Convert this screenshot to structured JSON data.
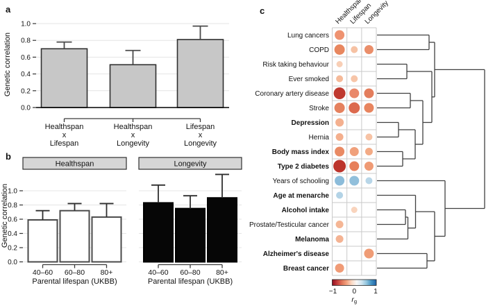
{
  "figure": {
    "panel_a_letter": "a",
    "panel_b_letter": "b",
    "panel_c_letter": "c"
  },
  "chart_data": [
    {
      "id": "panel_a",
      "type": "bar",
      "ylabel": "Genetic correlation",
      "ylim": [
        0,
        1.0
      ],
      "yticks": [
        0.0,
        0.2,
        0.4,
        0.6,
        0.8,
        1.0
      ],
      "categories": [
        [
          "Healthspan",
          "x",
          "Lifespan"
        ],
        [
          "Healthspan",
          "x",
          "Longevity"
        ],
        [
          "Lifespan",
          "x",
          "Longevity"
        ]
      ],
      "values": [
        0.7,
        0.51,
        0.81
      ],
      "error_upper": [
        0.78,
        0.68,
        0.97
      ],
      "bar_fill": "#c7c7c7",
      "bar_stroke": "#2f2f2f",
      "grid": true
    },
    {
      "id": "panel_b",
      "type": "bar",
      "xlabel": "Parental lifespan (UKBB)",
      "ylabel": "Genetic correlation",
      "ylim": [
        0,
        1.25
      ],
      "yticks": [
        0.0,
        0.2,
        0.4,
        0.6,
        0.8,
        1.0
      ],
      "categories": [
        "40–60",
        "60–80",
        "80+"
      ],
      "strip_fill": "#d6d6d6",
      "series": [
        {
          "name": "Healthspan",
          "bar_fill": "#ffffff",
          "bar_stroke": "#4a4a4a",
          "values": [
            0.59,
            0.72,
            0.63
          ],
          "error_upper": [
            0.72,
            0.82,
            0.82
          ]
        },
        {
          "name": "Longevity",
          "bar_fill": "#060606",
          "bar_stroke": "#000000",
          "values": [
            0.83,
            0.75,
            0.9
          ],
          "error_upper": [
            1.08,
            0.93,
            1.23
          ]
        }
      ],
      "grid": true
    },
    {
      "id": "panel_c",
      "type": "heatmap",
      "columns": [
        "Healthspan",
        "Lifespan",
        "Longevity"
      ],
      "rows": [
        {
          "label": "Lung cancers",
          "bold": false,
          "dots": [
            {
              "col": 0,
              "rg": -0.45,
              "radius": 7,
              "color": "#ee9270"
            }
          ]
        },
        {
          "label": "COPD",
          "bold": false,
          "dots": [
            {
              "col": 0,
              "rg": -0.5,
              "radius": 7.5,
              "color": "#e8875f"
            },
            {
              "col": 1,
              "rg": -0.25,
              "radius": 5,
              "color": "#f6c2a4"
            },
            {
              "col": 2,
              "rg": -0.45,
              "radius": 6.5,
              "color": "#ea8e6a"
            }
          ]
        },
        {
          "label": "Risk taking behaviour",
          "bold": false,
          "dots": [
            {
              "col": 0,
              "rg": -0.2,
              "radius": 4.5,
              "color": "#f8cfb6"
            }
          ]
        },
        {
          "label": "Ever smoked",
          "bold": false,
          "dots": [
            {
              "col": 0,
              "rg": -0.3,
              "radius": 5,
              "color": "#f5ba99"
            },
            {
              "col": 1,
              "rg": -0.25,
              "radius": 5,
              "color": "#f7c5a8"
            }
          ]
        },
        {
          "label": "Coronary artery disease",
          "bold": false,
          "dots": [
            {
              "col": 0,
              "rg": -0.85,
              "radius": 8.5,
              "color": "#bf392f"
            },
            {
              "col": 1,
              "rg": -0.55,
              "radius": 7,
              "color": "#e9886a"
            },
            {
              "col": 2,
              "rg": -0.55,
              "radius": 7,
              "color": "#e37d5c"
            }
          ]
        },
        {
          "label": "Stroke",
          "bold": false,
          "dots": [
            {
              "col": 0,
              "rg": -0.6,
              "radius": 7.5,
              "color": "#e5815e"
            },
            {
              "col": 1,
              "rg": -0.65,
              "radius": 8,
              "color": "#dc6a4e"
            },
            {
              "col": 2,
              "rg": -0.55,
              "radius": 7,
              "color": "#e8855f"
            }
          ]
        },
        {
          "label": "Depression",
          "bold": true,
          "dots": [
            {
              "col": 0,
              "rg": -0.35,
              "radius": 6,
              "color": "#f4b08f"
            }
          ]
        },
        {
          "label": "Hernia",
          "bold": false,
          "dots": [
            {
              "col": 0,
              "rg": -0.3,
              "radius": 5.5,
              "color": "#f4af8d"
            },
            {
              "col": 2,
              "rg": -0.25,
              "radius": 5,
              "color": "#f7c3a5"
            }
          ]
        },
        {
          "label": "Body mass index",
          "bold": true,
          "dots": [
            {
              "col": 0,
              "rg": -0.5,
              "radius": 7,
              "color": "#e98a64"
            },
            {
              "col": 1,
              "rg": -0.4,
              "radius": 6.5,
              "color": "#f0a07b"
            },
            {
              "col": 2,
              "rg": -0.35,
              "radius": 5.5,
              "color": "#f3ab86"
            }
          ]
        },
        {
          "label": "Type 2 diabetes",
          "bold": true,
          "dots": [
            {
              "col": 0,
              "rg": -0.85,
              "radius": 9,
              "color": "#bc342c"
            },
            {
              "col": 1,
              "rg": -0.55,
              "radius": 7,
              "color": "#e77f5a"
            },
            {
              "col": 2,
              "rg": -0.45,
              "radius": 6.5,
              "color": "#ef9a74"
            }
          ]
        },
        {
          "label": "Years of schooling",
          "bold": false,
          "dots": [
            {
              "col": 0,
              "rg": 0.45,
              "radius": 7,
              "color": "#8cbcda"
            },
            {
              "col": 1,
              "rg": 0.45,
              "radius": 7,
              "color": "#91bfdb"
            },
            {
              "col": 2,
              "rg": 0.3,
              "radius": 5,
              "color": "#b8d6e8"
            }
          ]
        },
        {
          "label": "Age at menarche",
          "bold": true,
          "dots": [
            {
              "col": 0,
              "rg": 0.25,
              "radius": 5,
              "color": "#b3d3e6"
            }
          ]
        },
        {
          "label": "Alcohol intake",
          "bold": true,
          "dots": [
            {
              "col": 1,
              "rg": -0.2,
              "radius": 4.5,
              "color": "#f9d4bd"
            }
          ]
        },
        {
          "label": "Prostate/Testicular cancer",
          "bold": false,
          "dots": [
            {
              "col": 0,
              "rg": -0.3,
              "radius": 5.5,
              "color": "#f5b695"
            }
          ]
        },
        {
          "label": "Melanoma",
          "bold": true,
          "dots": [
            {
              "col": 0,
              "rg": -0.3,
              "radius": 5.5,
              "color": "#f4b393"
            }
          ]
        },
        {
          "label": "Alzheimer's disease",
          "bold": true,
          "dots": [
            {
              "col": 2,
              "rg": -0.5,
              "radius": 7,
              "color": "#ef9c76"
            }
          ]
        },
        {
          "label": "Breast cancer",
          "bold": true,
          "dots": [
            {
              "col": 0,
              "rg": -0.45,
              "radius": 6.5,
              "color": "#f09b76"
            }
          ]
        }
      ],
      "dendrogram": {
        "leaf_x": 543,
        "merges": [
          {
            "a": "L0",
            "b": "L1",
            "x": 618
          },
          {
            "a": "L2",
            "b": "L3",
            "x": 586
          },
          {
            "a": "L4",
            "b": "L5",
            "x": 591
          },
          {
            "a": "L6",
            "b": "L7",
            "x": 574
          },
          {
            "a": "L8",
            "b": "L9",
            "x": 580
          },
          {
            "a": "M3",
            "b": "M4",
            "x": 598
          },
          {
            "a": "M2",
            "b": "M5",
            "x": 609
          },
          {
            "a": "M1",
            "b": "M6",
            "x": 622
          },
          {
            "a": "M0",
            "b": "M7",
            "x": 626
          },
          {
            "a": "L12",
            "b": "L13",
            "x": 584
          },
          {
            "a": "M9",
            "b": "L14",
            "x": 587.5
          },
          {
            "a": "L11",
            "b": "M10",
            "x": 598.5
          },
          {
            "a": "L15",
            "b": "L16",
            "x": 615
          },
          {
            "a": "M11",
            "b": "M12",
            "x": 626
          },
          {
            "a": "L10",
            "b": "M13",
            "x": 641
          },
          {
            "a": "M8",
            "b": "M14",
            "x": 698
          }
        ]
      },
      "legend": {
        "min_label": "−1",
        "mid_label": "0",
        "max_label": "1",
        "label_main": "r",
        "label_sub": "g",
        "range": [
          -1,
          1
        ],
        "gradient": [
          "#8e0e21",
          "#c43c3c",
          "#e1765a",
          "#f4a582",
          "#fbdbc7",
          "#f7f7f7",
          "#d1e5f0",
          "#92c5de",
          "#4393c3",
          "#1f63a8"
        ]
      }
    }
  ]
}
